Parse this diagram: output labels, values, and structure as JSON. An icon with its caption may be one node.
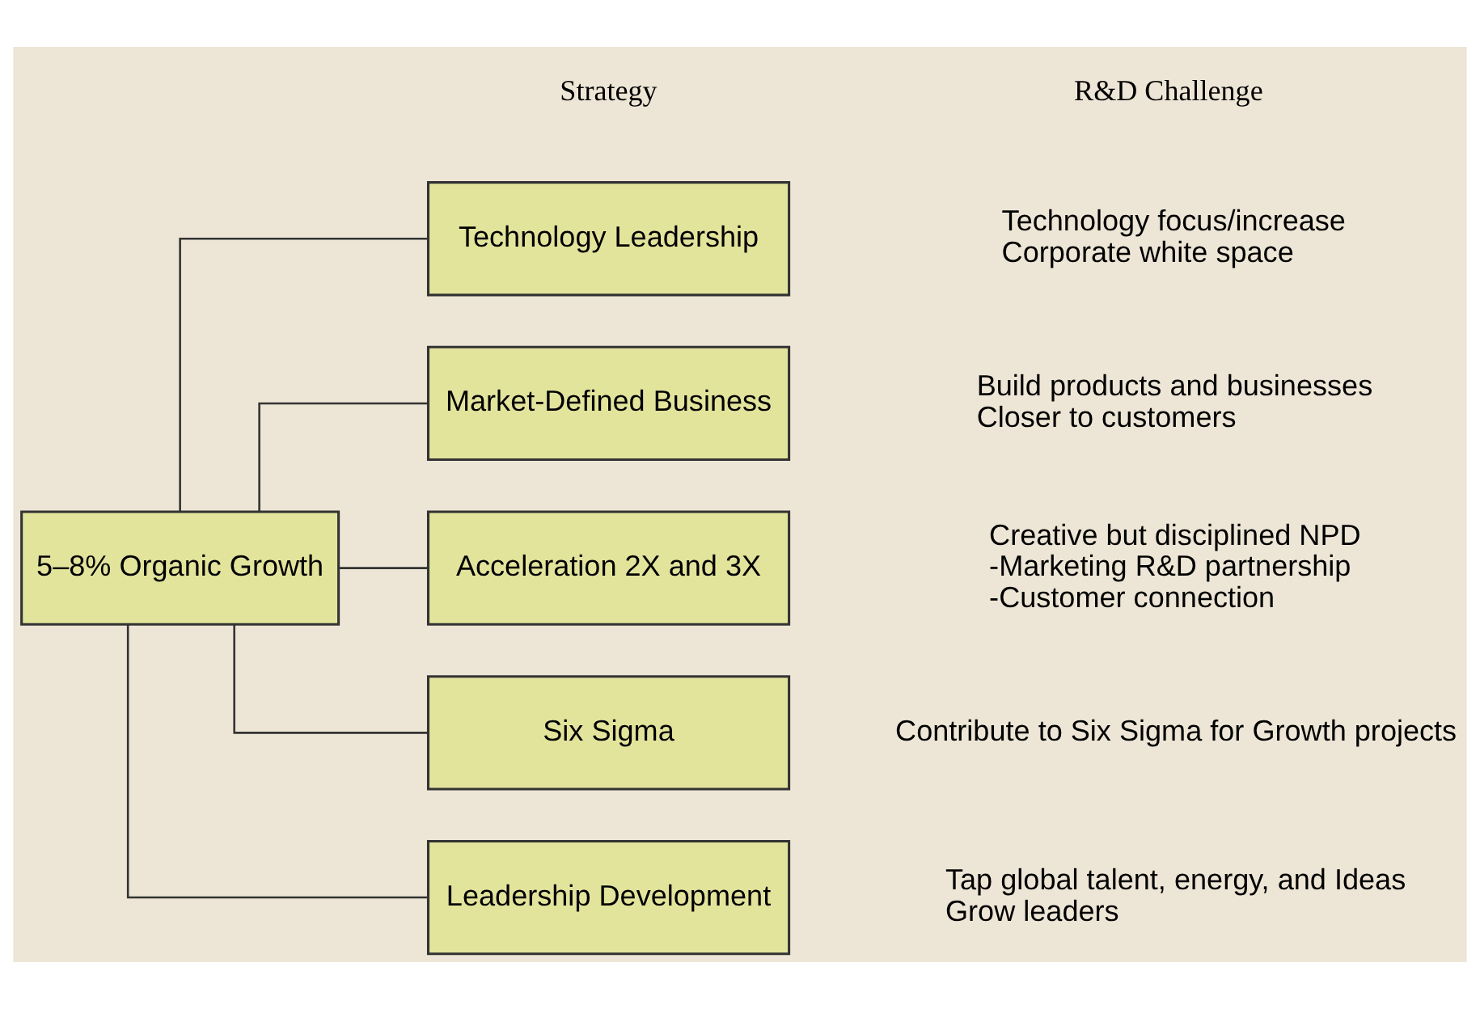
{
  "diagram": {
    "nodes": [
      {
        "text": [
          "5–8% Organic Growth"
        ]
      },
      {
        "text": [
          "Technology Leadership"
        ],
        "beside": [
          "Technology focus/increase",
          "Corporate white space"
        ]
      },
      {
        "text": [
          "Market-Defined Business"
        ],
        "beside": [
          "Build products and businesses",
          "Closer to customers"
        ]
      },
      {
        "text": [
          "Acceleration 2X and 3X"
        ],
        "beside": [
          "Creative but disciplined NPD",
          "-Marketing R&D partnership",
          "-Customer connection"
        ]
      },
      {
        "text": [
          "Six Sigma"
        ],
        "beside": [
          "Contribute to Six Sigma for Growth projects"
        ]
      },
      {
        "text": [
          "Leadership Development"
        ],
        "beside": [
          "Tap global talent, energy, and Ideas",
          "Grow leaders"
        ]
      }
    ],
    "edges": [
      {
        "from": 0,
        "to": 1,
        "arrow": "none"
      },
      {
        "from": 0,
        "to": 2,
        "arrow": "none"
      },
      {
        "from": 0,
        "to": 3,
        "arrow": "none"
      },
      {
        "from": 0,
        "to": 4,
        "arrow": "none"
      },
      {
        "from": 0,
        "to": 5,
        "arrow": "none"
      }
    ],
    "labels": [
      "Strategy",
      "R&D Challenge"
    ]
  }
}
